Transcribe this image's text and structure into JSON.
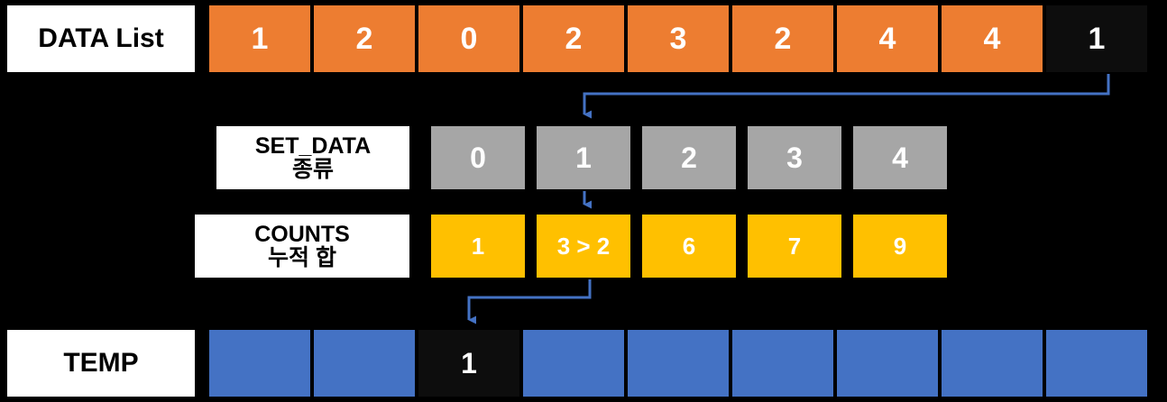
{
  "rows": {
    "data": {
      "label": "DATA List",
      "cells": [
        {
          "value": "1",
          "state": "normal"
        },
        {
          "value": "2",
          "state": "normal"
        },
        {
          "value": "0",
          "state": "normal"
        },
        {
          "value": "2",
          "state": "normal"
        },
        {
          "value": "3",
          "state": "normal"
        },
        {
          "value": "2",
          "state": "normal"
        },
        {
          "value": "4",
          "state": "normal"
        },
        {
          "value": "4",
          "state": "normal"
        },
        {
          "value": "1",
          "state": "highlight"
        }
      ]
    },
    "set_data": {
      "label_line1": "SET_DATA",
      "label_line2": "종류",
      "cells": [
        "0",
        "1",
        "2",
        "3",
        "4"
      ]
    },
    "counts": {
      "label_line1": "COUNTS",
      "label_line2": "누적 합",
      "cells": [
        "1",
        "3 > 2",
        "6",
        "7",
        "9"
      ]
    },
    "temp": {
      "label": "TEMP",
      "cells": [
        {
          "value": "",
          "state": "normal"
        },
        {
          "value": "",
          "state": "normal"
        },
        {
          "value": "1",
          "state": "highlight"
        },
        {
          "value": "",
          "state": "normal"
        },
        {
          "value": "",
          "state": "normal"
        },
        {
          "value": "",
          "state": "normal"
        },
        {
          "value": "",
          "state": "normal"
        },
        {
          "value": "",
          "state": "normal"
        },
        {
          "value": "",
          "state": "normal"
        }
      ]
    }
  },
  "colors": {
    "background": "#000000",
    "data": "#ed7d31",
    "set_data": "#a6a6a6",
    "counts": "#ffc000",
    "temp": "#4472c4",
    "highlight": "#0d0d0d",
    "arrow": "#4472c4",
    "label_bg": "#ffffff"
  }
}
